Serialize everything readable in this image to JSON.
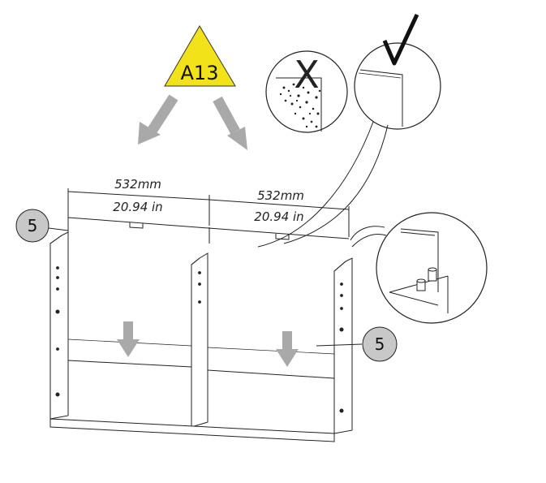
{
  "step": {
    "label": "A13",
    "color": "#f2e21a"
  },
  "part_callouts": [
    {
      "number": "5"
    },
    {
      "number": "5"
    }
  ],
  "dimensions": [
    {
      "mm": "532mm",
      "inch": "20.94 in"
    },
    {
      "mm": "532mm",
      "inch": "20.94 in"
    }
  ],
  "detail_marks": {
    "wrong": "X",
    "right": "✓"
  },
  "colors": {
    "arrow_gray": "#a9a9a9",
    "badge_gray": "#c8c8c8",
    "line": "#222222"
  }
}
